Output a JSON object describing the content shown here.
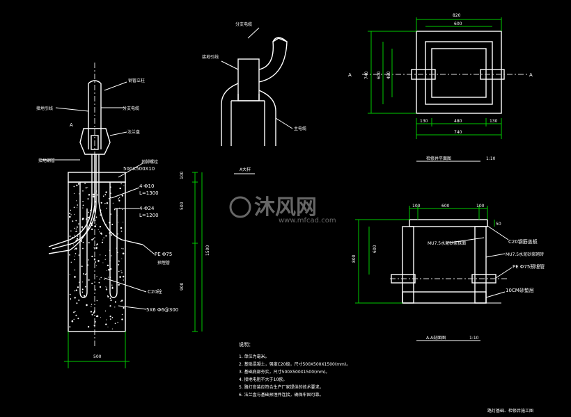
{
  "foundation_section": {
    "top_label_1": "接地引线",
    "top_label_2": "钢管立柱",
    "top_label_3": "分支电缆",
    "top_label_4": "法兰盘",
    "marker_a": "A",
    "marker_b": "地脚螺栓",
    "base_size": "500X500X10",
    "left_label": "接地钢管",
    "rebar_1": "4-Φ10",
    "rebar_1_len": "L=1300",
    "rebar_2": "4-Φ24",
    "rebar_2_len": "L=1200",
    "pipe": "PE Φ75",
    "pipe_sub": "预埋管",
    "concrete": "C20砼",
    "stirrup": "5X6 Φ6@300",
    "dim_100": "100",
    "dim_500": "500",
    "dim_900": "900",
    "dim_1500": "1500",
    "width_500": "500"
  },
  "junction_detail": {
    "label_top": "分支电缆",
    "label_left": "接地引线",
    "label_bottom": "主电缆",
    "caption": "A大样"
  },
  "well_plan": {
    "dim_top_outer": "820",
    "dim_top_inner": "600",
    "dim_left_outer": "740",
    "dim_left_mid": "600",
    "dim_left_inner": "480",
    "dim_b1": "130",
    "dim_b2": "480",
    "dim_b3": "130",
    "dim_bottom": "740",
    "cut_left": "A",
    "cut_right": "A",
    "caption": "检修井平面图",
    "scale": "1:10"
  },
  "well_section": {
    "dim_100_left": "100",
    "dim_600": "600",
    "dim_100_right": "100",
    "dim_50": "50",
    "dim_600_v": "600",
    "dim_800_v": "800",
    "label_wall": "MU7.5水泥砂浆抹面",
    "label_c20": "C20钢筋盖板",
    "label_mu": "MU7.5水泥砂浆砌砖",
    "label_pe": "PE Φ75预埋管",
    "label_sand": "10CM砂垫层",
    "caption": "A-A剖面图",
    "scale": "1:10"
  },
  "notes": {
    "heading": "说明：",
    "items": [
      "1. 单位为毫米。",
      "2. 基础混凝土，强度C20级，尺寸500X500X1500(mm)。",
      "3. 基础底部夯实，尺寸500X500X1500(mm)。",
      "4. 接地电阻不大于10欧。",
      "5. 路灯安装应符合生产厂家提供的技术要求。",
      "6. 法兰盘与基础预埋件连接，确保牢固可靠。"
    ]
  },
  "watermark": {
    "name": "沐风网",
    "url": "www.mfcad.com"
  },
  "title_block": "路灯基础、检修井施工图"
}
